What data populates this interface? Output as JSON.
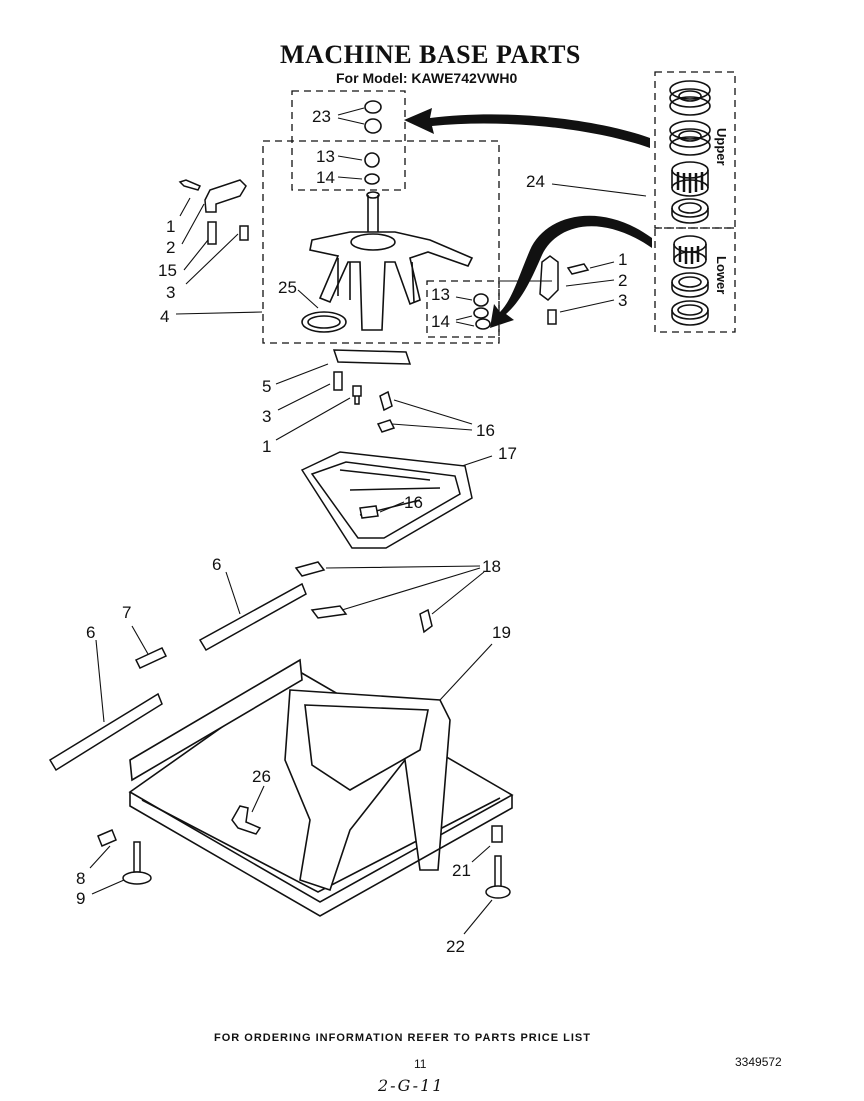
{
  "header": {
    "title": "MACHINE BASE PARTS",
    "subtitle": "For Model: KAWE742VWH0"
  },
  "bearing_box": {
    "upper_label": "Upper",
    "lower_label": "Lower"
  },
  "callouts": {
    "c23": "23",
    "c13a": "13",
    "c14a": "14",
    "c24": "24",
    "c1a": "1",
    "c2a": "2",
    "c15": "15",
    "c3a": "3",
    "c25": "25",
    "c4": "4",
    "c1b": "1",
    "c2b": "2",
    "c3b": "3",
    "c13b": "13",
    "c14b": "14",
    "c5": "5",
    "c3c": "3",
    "c1c": "1",
    "c16a": "16",
    "c17": "17",
    "c16b": "16",
    "c6a": "6",
    "c18": "18",
    "c7": "7",
    "c6b": "6",
    "c19": "19",
    "c26": "26",
    "c8": "8",
    "c9": "9",
    "c21": "21",
    "c22": "22"
  },
  "footer": {
    "ordering_note": "FOR ORDERING INFORMATION REFER TO PARTS PRICE LIST",
    "page_number": "11",
    "document_number": "3349572",
    "handwritten_note": "2-G-11"
  }
}
